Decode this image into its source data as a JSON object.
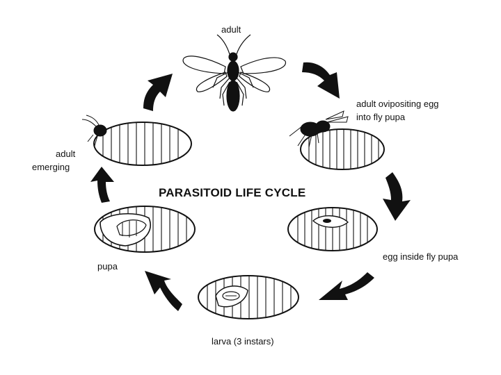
{
  "diagram": {
    "title": "PARASITOID LIFE CYCLE",
    "stages": {
      "adult": "adult",
      "ovipositing_line1": "adult ovipositing egg",
      "ovipositing_line2": "into fly pupa",
      "egg_inside": "egg inside fly pupa",
      "larva": "larva (3 instars)",
      "pupa": "pupa",
      "emerging_line1": "adult",
      "emerging_line2": "emerging"
    },
    "colors": {
      "ink": "#111111",
      "background": "#ffffff"
    }
  }
}
